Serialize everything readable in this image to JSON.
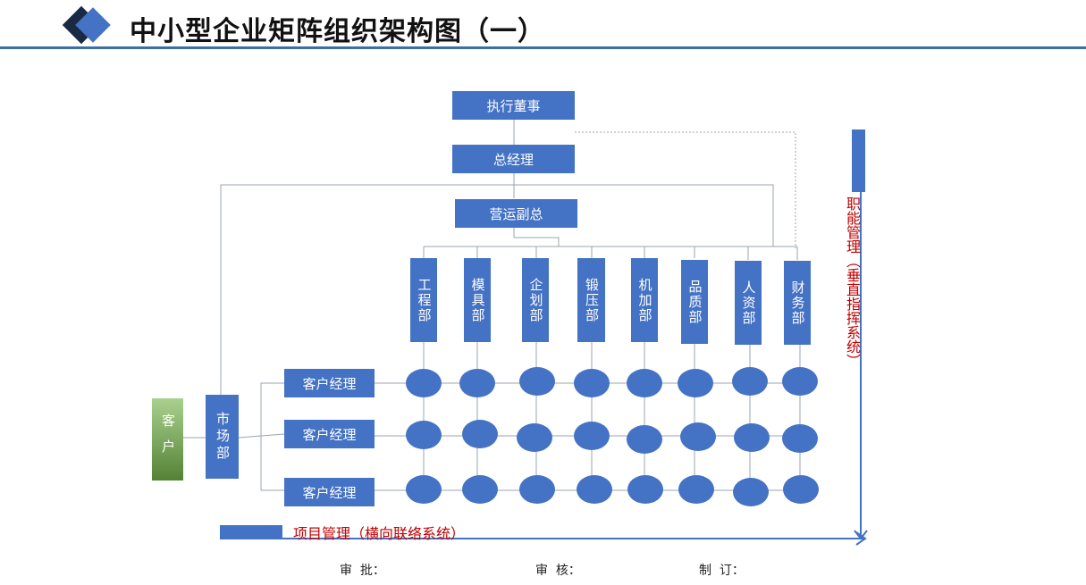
{
  "header": {
    "title": "中小型企业矩阵组织架构图（一）"
  },
  "org": {
    "exec_director": "执行董事",
    "general_manager": "总经理",
    "ops_vp": "营运副总",
    "departments": [
      "工程部",
      "模具部",
      "企划部",
      "锻压部",
      "机加部",
      "品质部",
      "人资部",
      "财务部"
    ],
    "account_managers": [
      "客户经理",
      "客户经理",
      "客户经理"
    ],
    "marketing": "市场部",
    "customer": "客户"
  },
  "labels": {
    "vertical_system": "职能管理（垂直指挥系统）",
    "horizontal_system": "项目管理（横向联络系统）"
  },
  "signoff": {
    "approve": "审  批：",
    "review": "审  核：",
    "prepare": "制  订："
  },
  "colors": {
    "box": "#4472c4",
    "label": "#c00000",
    "line": "#9aa4b0",
    "green": "#70ad47"
  }
}
